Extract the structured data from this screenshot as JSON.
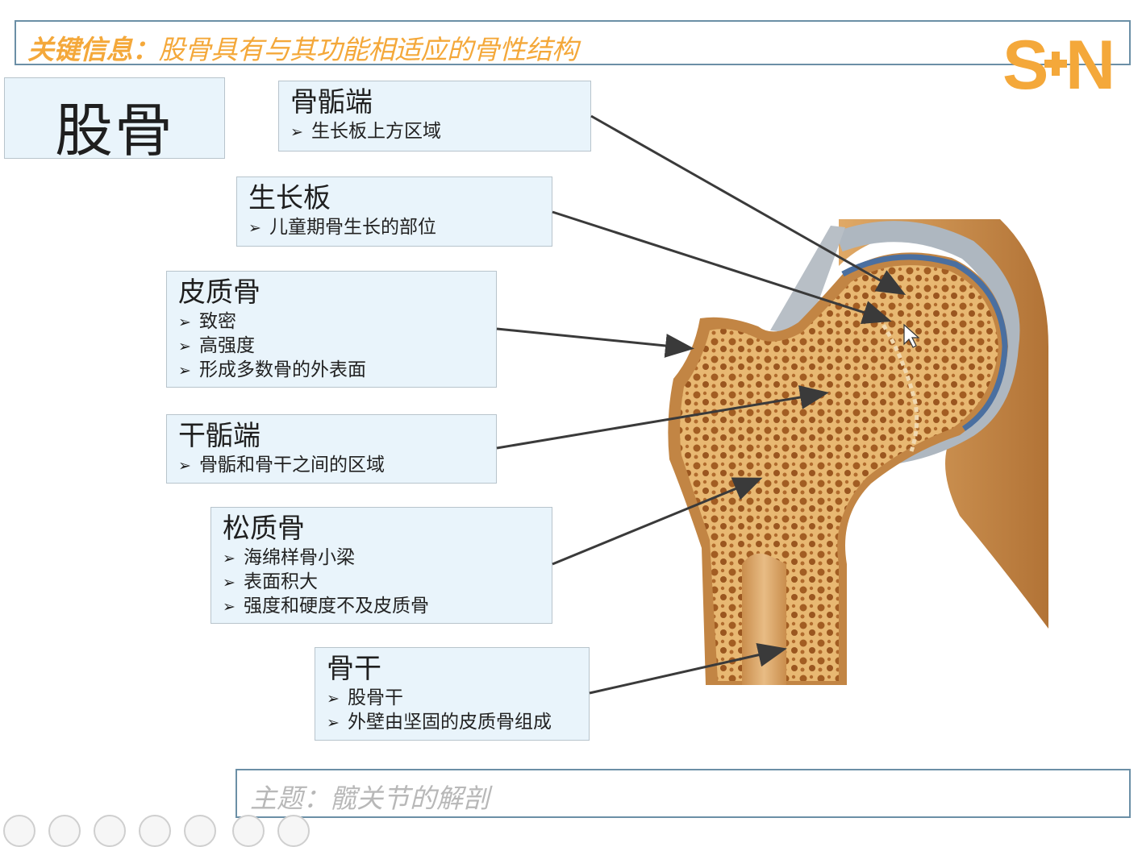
{
  "header": {
    "key_label": "关键信息：",
    "title": "股骨具有与其功能相适应的骨性结构"
  },
  "logo": {
    "text": "S+N",
    "color": "#f4a83a"
  },
  "main_title": "股骨",
  "labels": [
    {
      "title": "骨骺端",
      "bullets": [
        "生长板上方区域"
      ]
    },
    {
      "title": "生长板",
      "bullets": [
        "儿童期骨生长的部位"
      ]
    },
    {
      "title": "皮质骨",
      "bullets": [
        "致密",
        "高强度",
        "形成多数骨的外表面"
      ]
    },
    {
      "title": "干骺端",
      "bullets": [
        "骨骺和骨干之间的区域"
      ]
    },
    {
      "title": "松质骨",
      "bullets": [
        "海绵样骨小梁",
        "表面积大",
        "强度和硬度不及皮质骨"
      ]
    },
    {
      "title": "骨干",
      "bullets": [
        "股骨干",
        "外壁由坚固的皮质骨组成"
      ]
    }
  ],
  "footer": {
    "text": "主题：髋关节的解剖"
  },
  "bullet_glyph": "➢",
  "colors": {
    "accent": "#f4a83a",
    "box_fill": "#e9f4fb",
    "frame": "#6b8fa6",
    "bone": "#d9a15b",
    "cartilage": "#4a6fa0"
  }
}
